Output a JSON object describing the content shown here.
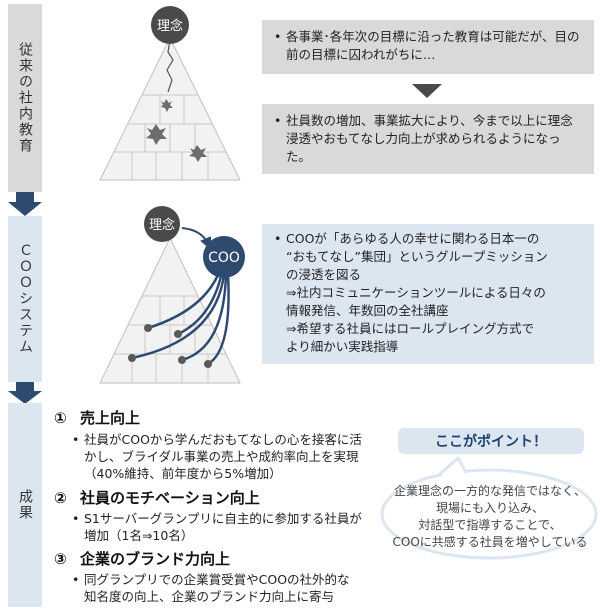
{
  "sidebar": {
    "traditional": "従来の社内教育",
    "coo_system": "ＣＯＯシステム",
    "results": "成果"
  },
  "pyramid_top": {
    "philosophy_label": "理念"
  },
  "pyramid_bottom": {
    "philosophy_label": "理念",
    "coo_label": "COO"
  },
  "traditional_box_1": [
    "各事業･各年次の目標に沿った教育は可能だが、目の前の目標に囚われがちに…"
  ],
  "traditional_box_2": [
    "社員数の増加、事業拡大により、今まで以上に理念浸透やおもてなし力向上が求められるようになった。"
  ],
  "coo_box": {
    "line1": "COOが「あらゆる人の幸せに関わる日本一の",
    "line2": "“おもてなし”集団」というグループミッション",
    "line3": "の浸透を図る",
    "line4": "⇒社内コミュニケーションツールによる日々の",
    "line5": "情報発信、年数回の全社講座",
    "line6": "⇒希望する社員にはロールプレイング方式で",
    "line7": "より細かい実践指導"
  },
  "results": [
    {
      "number": "①",
      "title": "売上向上",
      "bullet_lines": [
        "社員がCOOから学んだおもてなしの心を接客に活",
        "かし、ブライダル事業の売上や成約率向上を実現",
        "（40%維持、前年度から5%増加）"
      ]
    },
    {
      "number": "②",
      "title": "社員のモチベーション向上",
      "bullet_lines": [
        "S1サーバーグランプリに自主的に参加する社員が",
        "増加（1名⇒10名）"
      ]
    },
    {
      "number": "③",
      "title": "企業のブランド力向上",
      "bullet_lines": [
        "同グランプリでの企業賞受賞やCOOの社外的な",
        "知名度の向上、企業のブランド力向上に寄与"
      ]
    }
  ],
  "point": {
    "title": "ここがポイント！",
    "lines": [
      "企業理念の一方的な発信ではなく、",
      "現場にも入り込み、",
      "対話型で指導することで、",
      "COOに共感する社員を増やしている"
    ]
  },
  "colors": {
    "sidebar_gray": "#d9d9d9",
    "sidebar_blue": "#dce6f1",
    "circle_dark": "#4a4a4a",
    "coo_navy": "#2e4a6e",
    "arrow_navy": "#2e4a6e",
    "pyramid_fill": "#f2f2f2"
  }
}
